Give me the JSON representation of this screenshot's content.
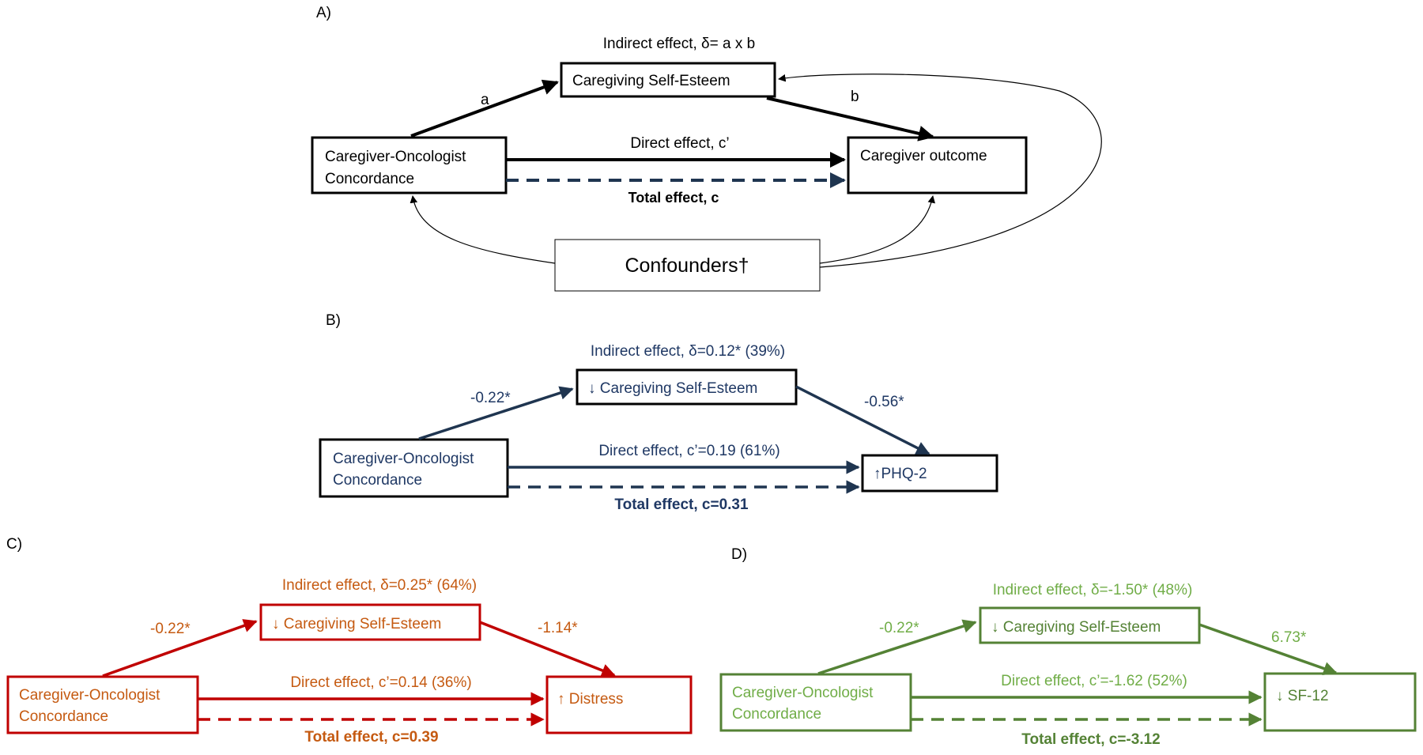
{
  "panels": {
    "A": {
      "label": "A)",
      "indirect": "Indirect effect, δ= a x b",
      "mediator": "Caregiving Self-Esteem",
      "path_a": "a",
      "path_b": "b",
      "exposure_line1": "Caregiver-Oncologist",
      "exposure_line2": "Concordance",
      "direct": "Direct effect, c’",
      "total": "Total effect, c",
      "outcome": "Caregiver outcome",
      "confounders": "Confounders†"
    },
    "B": {
      "label": "B)",
      "indirect": "Indirect effect, δ=0.12* (39%)",
      "mediator": "↓ Caregiving Self-Esteem",
      "path_a": "-0.22*",
      "path_b": "-0.56*",
      "exposure_line1": "Caregiver-Oncologist",
      "exposure_line2": "Concordance",
      "direct": "Direct effect, c’=0.19 (61%)",
      "total": "Total effect, c=0.31",
      "outcome": "↑PHQ-2"
    },
    "C": {
      "label": "C)",
      "indirect": "Indirect effect, δ=0.25* (64%)",
      "mediator": "↓ Caregiving Self-Esteem",
      "path_a": "-0.22*",
      "path_b": "-1.14*",
      "exposure_line1": "Caregiver-Oncologist",
      "exposure_line2": "Concordance",
      "direct": "Direct effect, c’=0.14 (36%)",
      "total": "Total effect, c=0.39",
      "outcome": "↑ Distress"
    },
    "D": {
      "label": "D)",
      "indirect": "Indirect effect, δ=-1.50* (48%)",
      "mediator": "↓ Caregiving Self-Esteem",
      "path_a": "-0.22*",
      "path_b": "6.73*",
      "exposure_line1": "Caregiver-Oncologist",
      "exposure_line2": "Concordance",
      "direct": "Direct effect, c’=-1.62 (52%)",
      "total": "Total effect, c=-3.12",
      "outcome": "↓ SF-12"
    }
  },
  "colors": {
    "A": "#000000",
    "B": "#1f3550",
    "B_text": "#1f3864",
    "C": "#c00000",
    "C_text": "#c55a11",
    "D": "#548235",
    "D_text": "#70ad47"
  }
}
